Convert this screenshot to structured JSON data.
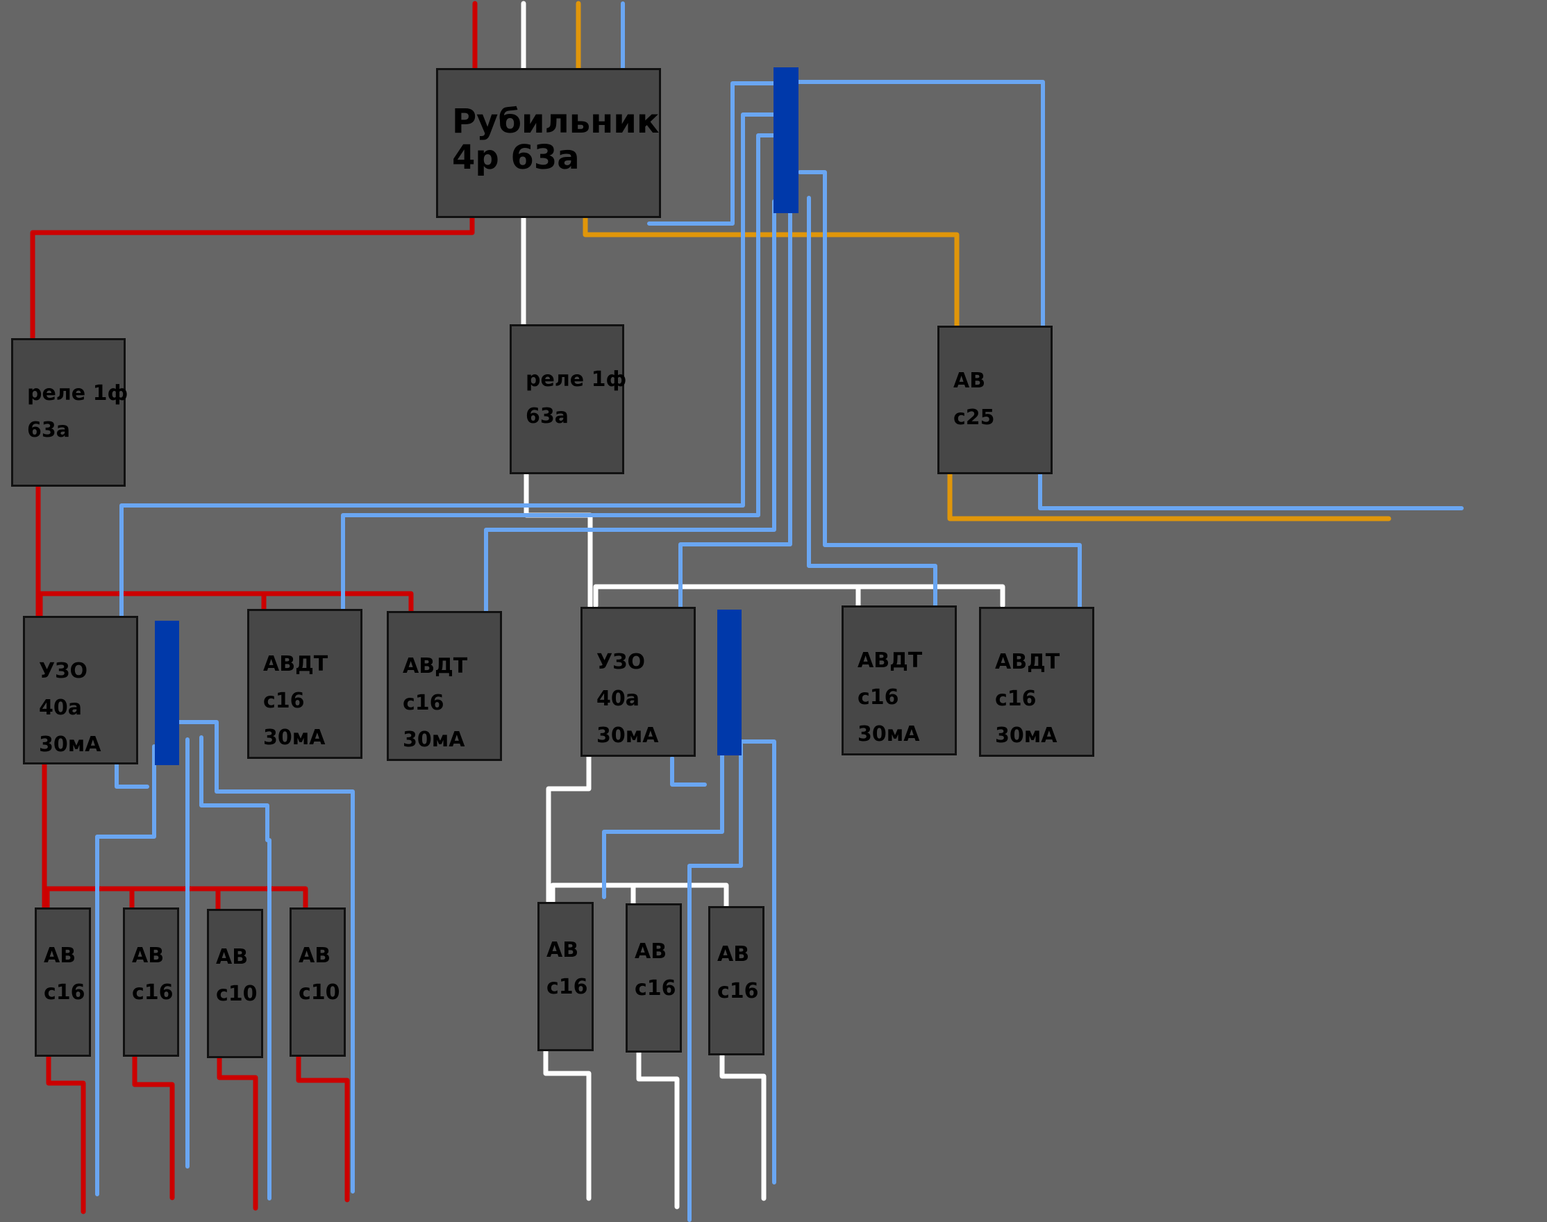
{
  "colors": {
    "background": "#666666",
    "box": "#474747",
    "phase_l1": "#cc0000",
    "phase_l2": "#ffffff",
    "phase_l3": "#e0960a",
    "neutral": "#6aa6f2",
    "neutral_bus": "#0039aa"
  },
  "components": {
    "main_switch": [
      "Рубильник",
      "4р 63а"
    ],
    "relay_1": [
      "реле 1ф",
      "63а"
    ],
    "relay_2": [
      "реле 1ф",
      "63а"
    ],
    "breaker_c25": [
      "АВ",
      "с25"
    ],
    "rcd_1": [
      "УЗО",
      "40а",
      "30мА"
    ],
    "rcbo_1": [
      "АВДТ",
      "с16",
      "30мА"
    ],
    "rcbo_2": [
      "АВДТ",
      "с16",
      "30мА"
    ],
    "rcd_2": [
      "УЗО",
      "40а",
      "30мА"
    ],
    "rcbo_3": [
      "АВДТ",
      "с16",
      "30мА"
    ],
    "rcbo_4": [
      "АВДТ",
      "с16",
      "30мА"
    ],
    "breaker_1": [
      "АВ",
      "с16"
    ],
    "breaker_2": [
      "АВ",
      "с16"
    ],
    "breaker_3": [
      "АВ",
      "с10"
    ],
    "breaker_4": [
      "АВ",
      "с10"
    ],
    "breaker_5": [
      "АВ",
      "с16"
    ],
    "breaker_6": [
      "АВ",
      "с16"
    ],
    "breaker_7": [
      "АВ",
      "с16"
    ]
  }
}
